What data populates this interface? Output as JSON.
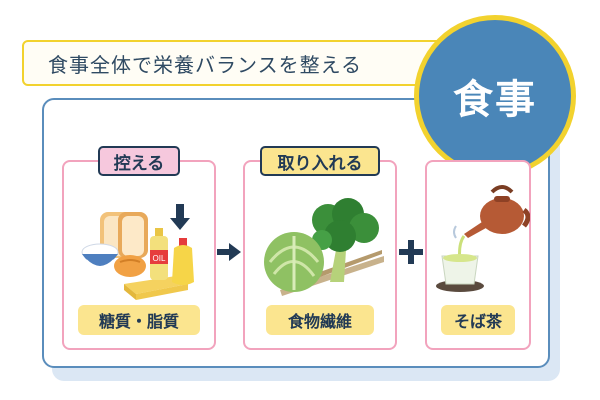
{
  "title": "食事全体で栄養バランスを整える",
  "badge": "食事",
  "panels": [
    {
      "tag": "控える",
      "label": "糖質・脂質",
      "oil_text": "OIL"
    },
    {
      "tag": "取り入れる",
      "label": "食物繊維"
    },
    {
      "label": "そば茶"
    }
  ],
  "icons": {
    "arrow": "arrow-right-icon",
    "plus": "plus-icon",
    "down": "arrow-down-icon"
  },
  "colors": {
    "accent_yellow": "#f2d22e",
    "badge_blue": "#4a86b8",
    "card_border": "#5a8dbc",
    "panel_pink": "#f2a3bd",
    "tag_pink": "#f6c8dd",
    "tag_yellow": "#fbe58f",
    "text_navy": "#223a55"
  }
}
